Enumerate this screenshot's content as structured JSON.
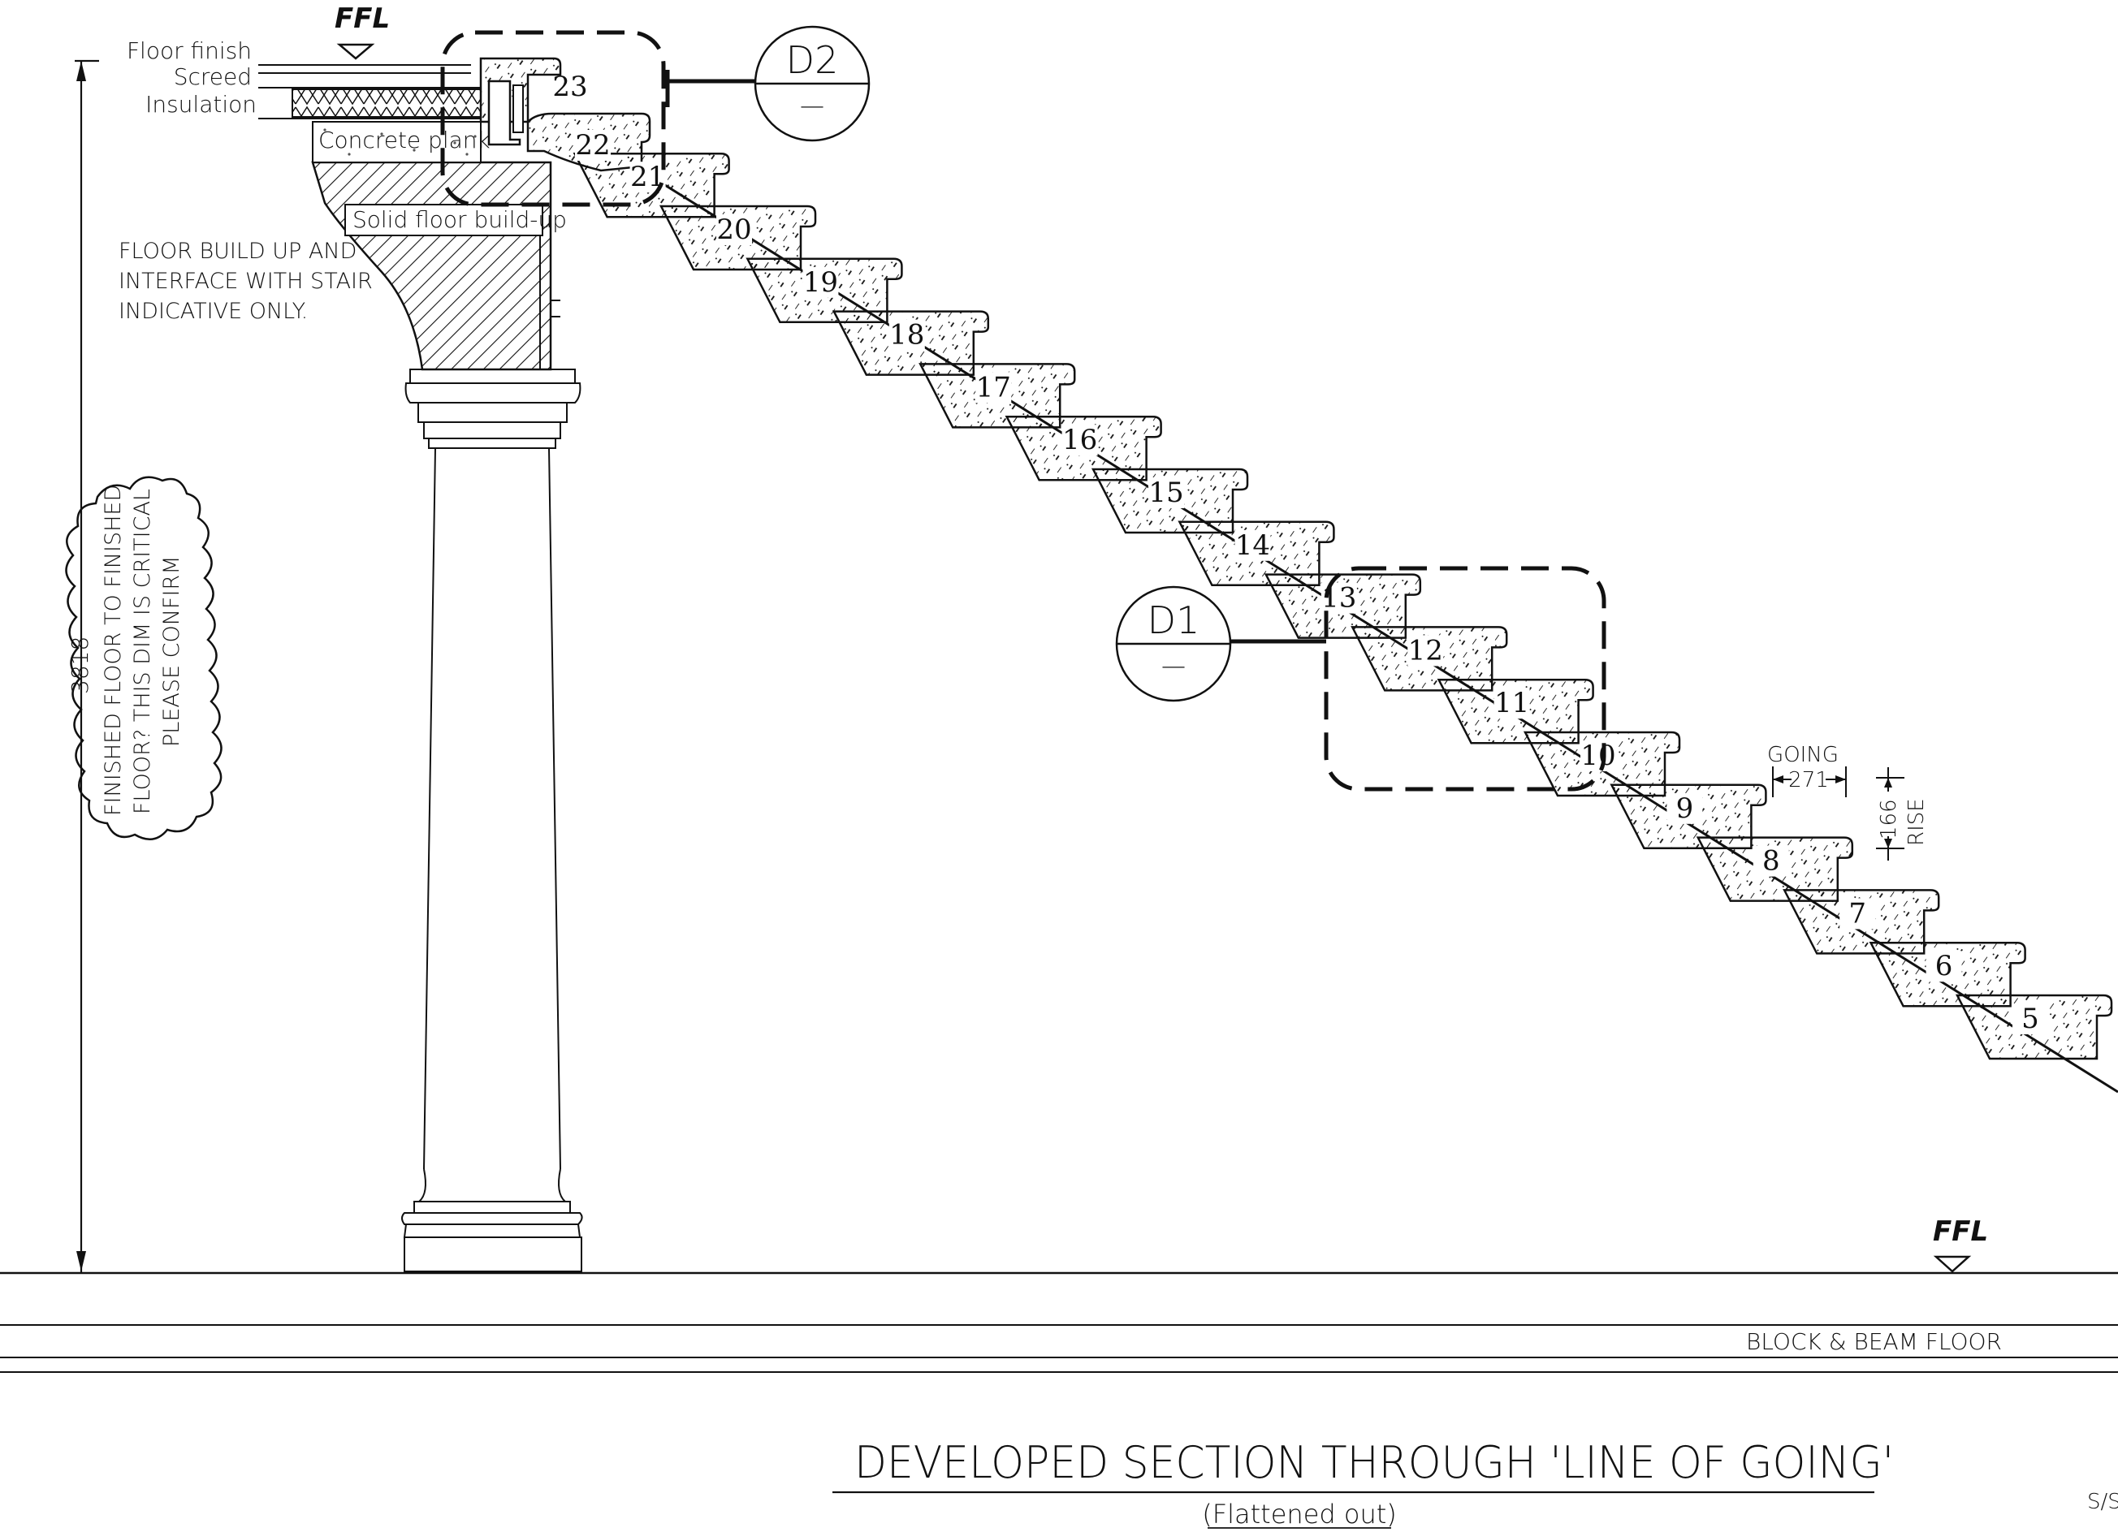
{
  "ffl_label": "FFL",
  "floor_layers": {
    "floor_finish": "Floor finish",
    "screed": "Screed",
    "insulation": "Insulation",
    "concrete_plank": "Concrete plank",
    "solid_floor": "Solid floor build-up"
  },
  "note": {
    "line1": "FLOOR BUILD UP AND",
    "line2": "INTERFACE WITH STAIR",
    "line3": "INDICATIVE ONLY."
  },
  "cloud_note": {
    "line1": "FINISHED FLOOR TO FINISHED",
    "line2": "FLOOR? THIS DIM IS CRITICAL",
    "line3": "PLEASE CONFIRM"
  },
  "overall_dimension": "3818",
  "details": [
    {
      "id": "D2",
      "sub": "—"
    },
    {
      "id": "D1",
      "sub": "—"
    }
  ],
  "steps": [
    "5",
    "6",
    "7",
    "8",
    "9",
    "10",
    "11",
    "12",
    "13",
    "14",
    "15",
    "16",
    "17",
    "18",
    "19",
    "20",
    "21",
    "22",
    "23"
  ],
  "going": {
    "label": "GOING",
    "value": "271"
  },
  "rise": {
    "label": "RISE",
    "value": "166"
  },
  "ground_floor_label": "BLOCK & BEAM FLOOR",
  "title": "DEVELOPED SECTION THROUGH 'LINE OF GOING'",
  "subtitle": "(Flattened out)",
  "sheet_ref": "S/S"
}
